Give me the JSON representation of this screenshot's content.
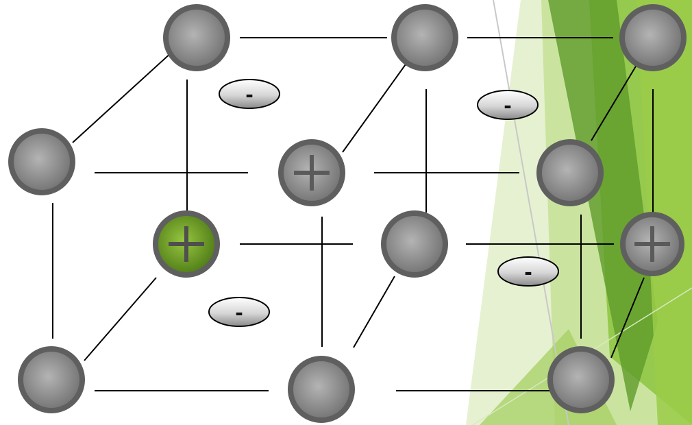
{
  "diagram": {
    "colors": {
      "ion_ring": "#5f5f5f",
      "ion_body_light": "#aaaaaa",
      "ion_body_dark": "#707070",
      "cation_green_light": "#8fbf3a",
      "cation_green_dark": "#4d7a16",
      "plus_sign": "#5a5a5a",
      "bond_line": "#000000",
      "electron_light": "#ffffff",
      "electron_dark": "#8a8a8a",
      "accent_green_1": "#8dc63f",
      "accent_green_2": "#5f9a2b",
      "accent_green_3": "#c9e29a"
    },
    "electron_label": "-",
    "ion_types": {
      "neutral": "grey-ion",
      "cation": "plus-ion",
      "highlighted_cation": "green-plus-ion"
    },
    "counts": {
      "ions": 12,
      "cations": 3,
      "electrons": 4
    }
  }
}
